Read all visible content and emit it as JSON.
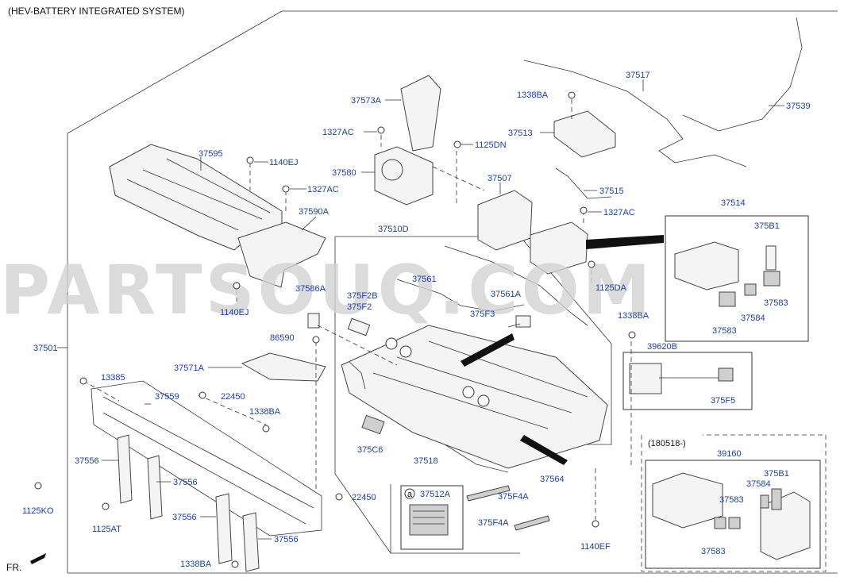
{
  "title": "(HEV-BATTERY INTEGRATED SYSTEM)",
  "watermark": "PARTSOUQ.COM",
  "front_indicator": "FR.",
  "variant_note": "(180518-)",
  "callouts": {
    "c37501": "37501",
    "c37595": "37595",
    "c1140EJ_a": "1140EJ",
    "c1327AC_a": "1327AC",
    "c37590A": "37590A",
    "c1140EJ_b": "1140EJ",
    "c37586A": "37586A",
    "c86590": "86590",
    "c37571A": "37571A",
    "c13385": "13385",
    "c37559": "37559",
    "c22450_a": "22450",
    "c1338BA_a": "1338BA",
    "c37556_a": "37556",
    "c37556_b": "37556",
    "c37556_c": "37556",
    "c37556_d": "37556",
    "c1125KO": "1125KO",
    "c1125AT": "1125AT",
    "c22450_b": "22450",
    "c1338BA_b": "1338BA",
    "c37573A": "37573A",
    "c1327AC_b": "1327AC",
    "c1125DN": "1125DN",
    "c37580": "37580",
    "c37510D": "37510D",
    "c37561": "37561",
    "c375F2B": "375F2B",
    "c375F2": "375F2",
    "c375F3": "375F3",
    "c37561A": "37561A",
    "c375C6": "375C6",
    "c37518": "37518",
    "c37512A": "37512A",
    "c375F4A_a": "375F4A",
    "c375F4A_b": "375F4A",
    "c37564": "37564",
    "c1140EF": "1140EF",
    "c37507": "37507",
    "c1125DA": "1125DA",
    "c1338BA_c": "1338BA",
    "c37517": "37517",
    "c1338BA_d": "1338BA",
    "c37513": "37513",
    "c37539": "37539",
    "c37515": "37515",
    "c1327AC_c": "1327AC",
    "c37514": "37514",
    "c375B1_a": "375B1",
    "c37583_a": "37583",
    "c37584_a": "37584",
    "c37583_b": "37583",
    "c39620B": "39620B",
    "c375F5": "375F5",
    "c39160": "39160",
    "c375B1_b": "375B1",
    "c37584_b": "37584",
    "c37583_c": "37583",
    "c37583_d": "37583",
    "marker_a": "a"
  }
}
